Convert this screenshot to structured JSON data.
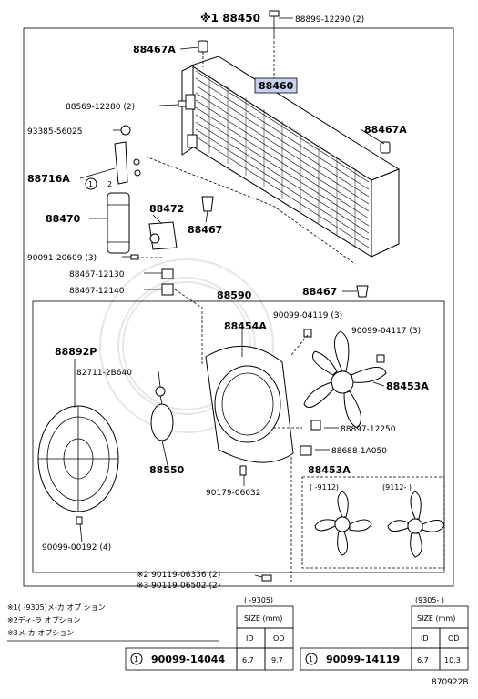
{
  "frame_title": "※1 88450",
  "parts": {
    "p88899": "88899-12290 (2)",
    "p88467a_top": "88467A",
    "p88460": "88460",
    "p88569": "88569-12280 (2)",
    "p88467a_right": "88467A",
    "p93385": "93385-56025",
    "p88716a": "88716A",
    "p88716a_sub2": "2",
    "p88716a_sub1": "1",
    "p88472": "88472",
    "p88470": "88470",
    "p88467_mid": "88467",
    "p90091": "90091-20609 (3)",
    "p88467_12130": "88467-12130",
    "p88467_12140": "88467-12140",
    "p88467_right": "88467",
    "p88590": "88590",
    "p90099_04119": "90099-04119 (3)",
    "p88454a": "88454A",
    "p90099_04117": "90099-04117 (3)",
    "p88892p": "88892P",
    "p82711": "82711-2B640",
    "p88453a": "88453A",
    "p88897": "88897-12250",
    "p88688": "88688-1A050",
    "p88550": "88550",
    "p90179": "90179-06032",
    "p88453a_box": "88453A",
    "p90099_00192": "90099-00192 (4)",
    "variant_a": "(    -9112)",
    "variant_b": "(9112-      )",
    "bolt_a": "※2 90119-06336 (2)",
    "bolt_b": "※3 90119-06502 (2)"
  },
  "notes": [
    "※1(      -9305)メ-カ オプ ション",
    "※2ディ-ラ オプション",
    "※3メ-カ  オプション"
  ],
  "table_left": {
    "period": "(      -9305)",
    "size_header": "SIZE (mm)",
    "col_id": "ID",
    "col_od": "OD",
    "ref": "1",
    "part": "90099-14044",
    "id": "6.7",
    "od": "9.7"
  },
  "table_right": {
    "period": "(9305-      )",
    "size_header": "SIZE (mm)",
    "col_id": "ID",
    "col_od": "OD",
    "ref": "1",
    "part": "90099-14119",
    "id": "6.7",
    "od": "10.3"
  },
  "figure_code": "870922B"
}
